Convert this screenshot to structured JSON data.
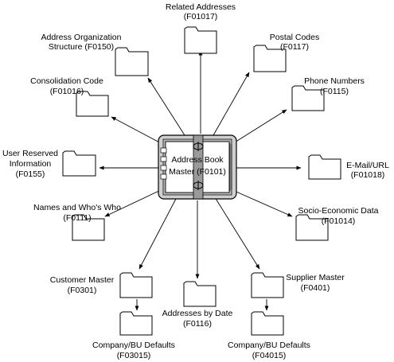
{
  "center": {
    "line1": "Address Book",
    "line2": "Master (F0101)"
  },
  "tables": [
    {
      "id": "related",
      "line1": "Related Addresses",
      "line2": "(F01017)"
    },
    {
      "id": "org",
      "line1": "Address Organization",
      "line2": "Structure (F0150)"
    },
    {
      "id": "postal",
      "line1": "Postal Codes",
      "line2": "(F0117)"
    },
    {
      "id": "consolidation",
      "line1": "Consolidation Code",
      "line2": "(F01016)"
    },
    {
      "id": "phone",
      "line1": "Phone Numbers",
      "line2": "(F0115)"
    },
    {
      "id": "user",
      "line1": "User Reserved",
      "line2": "Information",
      "line3": "(F0155)"
    },
    {
      "id": "email",
      "line1": "E-Mail/URL",
      "line2": "(F01018)"
    },
    {
      "id": "names",
      "line1": "Names and Who's Who",
      "line2": "(F0111)"
    },
    {
      "id": "socio",
      "line1": "Socio-Economic Data",
      "line2": "(F01014)"
    },
    {
      "id": "customer",
      "line1": "Customer Master",
      "line2": "(F0301)"
    },
    {
      "id": "supplier",
      "line1": "Supplier Master",
      "line2": "(F0401)"
    },
    {
      "id": "bydate",
      "line1": "Addresses by Date",
      "line2": "(F0116)"
    },
    {
      "id": "cust_bu",
      "line1": "Company/BU Defaults",
      "line2": "(F03015)"
    },
    {
      "id": "supp_bu",
      "line1": "Company/BU Defaults",
      "line2": "(F04015)"
    }
  ]
}
